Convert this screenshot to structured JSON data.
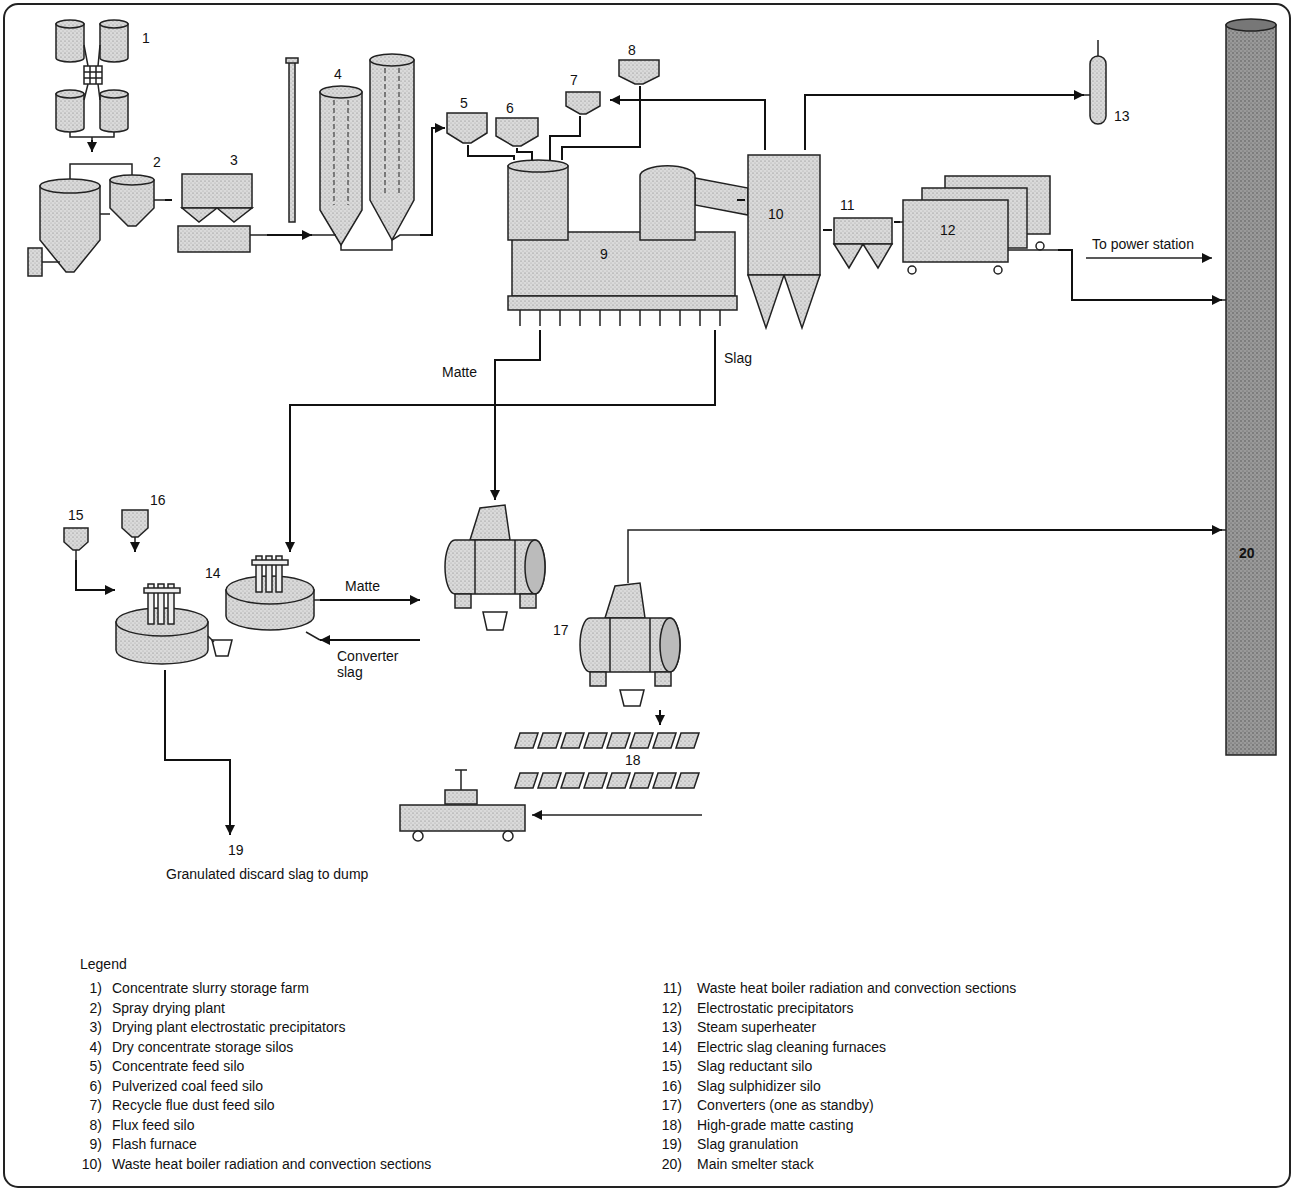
{
  "diagram": {
    "nodes": [
      {
        "text": [
          "1"
        ]
      },
      {
        "text": [
          "2"
        ]
      },
      {
        "text": [
          "3"
        ]
      },
      {
        "text": [
          "4"
        ]
      },
      {
        "text": [
          "5"
        ]
      },
      {
        "text": [
          "6"
        ]
      },
      {
        "text": [
          "7"
        ]
      },
      {
        "text": [
          "8"
        ]
      },
      {
        "text": [
          "9"
        ]
      },
      {
        "text": [
          "10"
        ]
      },
      {
        "text": [
          "11"
        ]
      },
      {
        "text": [
          "12"
        ]
      },
      {
        "text": [
          "13"
        ]
      },
      {
        "text": [
          "14"
        ]
      },
      {
        "text": [
          "15"
        ]
      },
      {
        "text": [
          "16"
        ]
      },
      {
        "text": [
          "17"
        ]
      },
      {
        "text": [
          "18"
        ]
      },
      {
        "text": [
          "19",
          "Granulated discard slag to dump"
        ]
      },
      {
        "text": [
          "20"
        ]
      }
    ],
    "edges": [
      {
        "from": 0,
        "to": 1,
        "arrow": "to"
      },
      {
        "from": 1,
        "to": 2,
        "arrow": "none"
      },
      {
        "from": 2,
        "to": 3,
        "arrow": "to"
      },
      {
        "from": 3,
        "to": 4,
        "arrow": "to"
      },
      {
        "from": 4,
        "to": 8,
        "arrow": "none"
      },
      {
        "from": 5,
        "to": 8,
        "arrow": "none"
      },
      {
        "from": 6,
        "to": 8,
        "arrow": "none"
      },
      {
        "from": 7,
        "to": 8,
        "arrow": "none"
      },
      {
        "from": 8,
        "to": 9,
        "arrow": "none"
      },
      {
        "from": 9,
        "to": 10,
        "arrow": "none"
      },
      {
        "from": 10,
        "to": 11,
        "arrow": "none"
      },
      {
        "from": 11,
        "to": 19,
        "arrow": "to"
      },
      {
        "from": 9,
        "to": 12,
        "arrow": "to"
      },
      {
        "from": 9,
        "to": 6,
        "arrow": "to"
      },
      {
        "from": 8,
        "to": 16,
        "label": "Matte",
        "arrow": "to"
      },
      {
        "from": 8,
        "to": 13,
        "label": "Slag",
        "arrow": "to"
      },
      {
        "from": 13,
        "to": 16,
        "label": "Matte",
        "arrow": "to"
      },
      {
        "from": 16,
        "to": 13,
        "label": "Converter slag",
        "arrow": "to"
      },
      {
        "from": 14,
        "to": 13,
        "arrow": "to"
      },
      {
        "from": 15,
        "to": 13,
        "arrow": "to"
      },
      {
        "from": 13,
        "to": 18,
        "arrow": "to"
      },
      {
        "from": 16,
        "to": 19,
        "arrow": "to"
      },
      {
        "from": 16,
        "to": 17,
        "arrow": "to"
      }
    ],
    "labels": [
      "To power station",
      "Legend",
      "1)",
      "2)",
      "3)",
      "4)",
      "5)",
      "6)",
      "7)",
      "8)",
      "9)",
      "10)",
      "11)",
      "12)",
      "13)",
      "14)",
      "15)",
      "16)",
      "17)",
      "18)",
      "19)",
      "20)"
    ],
    "legend": [
      {
        "text": "Concentrate slurry storage farm"
      },
      {
        "text": "Spray drying plant"
      },
      {
        "text": "Drying plant electrostatic precipitators"
      },
      {
        "text": "Dry concentrate storage silos"
      },
      {
        "text": "Concentrate feed silo"
      },
      {
        "text": "Pulverized coal feed silo"
      },
      {
        "text": "Recycle flue dust feed silo"
      },
      {
        "text": "Flux feed silo"
      },
      {
        "text": "Flash furnace"
      },
      {
        "text": "Waste heat boiler radiation and convection sections"
      },
      {
        "text": "Waste heat boiler radiation and convection sections"
      },
      {
        "text": "Electrostatic precipitators"
      },
      {
        "text": "Steam superheater"
      },
      {
        "text": "Electric slag cleaning furnaces"
      },
      {
        "text": "Slag reductant silo"
      },
      {
        "text": "Slag sulphidizer silo"
      },
      {
        "text": "Converters (one as standby)"
      },
      {
        "text": "High-grade matte casting"
      },
      {
        "text": "Slag granulation"
      },
      {
        "text": "Main smelter stack"
      }
    ]
  }
}
